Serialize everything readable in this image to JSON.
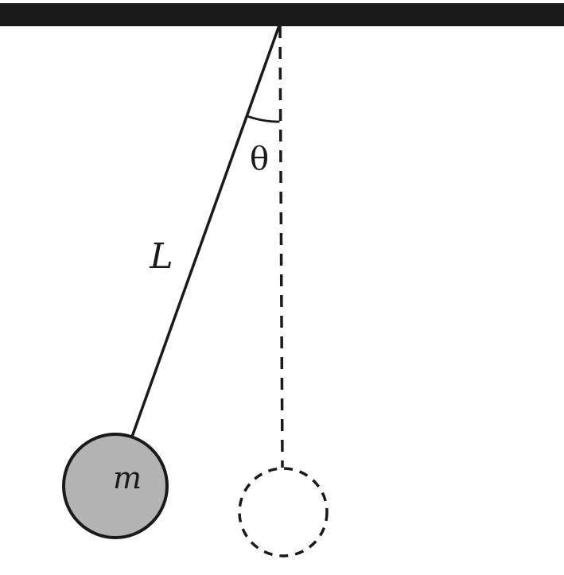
{
  "diagram": {
    "kind": "simple-pendulum",
    "labels": {
      "length": "L",
      "mass": "m",
      "angle": "θ"
    },
    "colors": {
      "ceiling": "#1a1a1a",
      "stroke": "#1a1a1a",
      "bob_fill": "#b3b3b3",
      "background": "#ffffff"
    }
  }
}
